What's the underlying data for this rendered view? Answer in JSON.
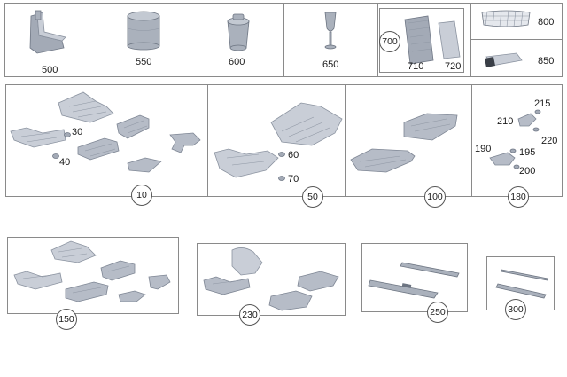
{
  "top_row": {
    "cell_500": "500",
    "cell_550": "550",
    "cell_600": "600",
    "cell_650": "650",
    "cell_700": "700",
    "cell_710": "710",
    "cell_720": "720",
    "cell_800": "800",
    "cell_850": "850"
  },
  "panel_10": {
    "ref": "10",
    "c30": "30",
    "c40": "40"
  },
  "panel_50": {
    "ref": "50",
    "c60": "60",
    "c70": "70"
  },
  "panel_100": {
    "ref": "100"
  },
  "panel_180": {
    "ref": "180",
    "c215": "215",
    "c210": "210",
    "c220": "220",
    "c190": "190",
    "c195": "195",
    "c200": "200"
  },
  "panel_150": {
    "ref": "150"
  },
  "panel_230": {
    "ref": "230"
  },
  "panel_250": {
    "ref": "250"
  },
  "panel_300": {
    "ref": "300"
  },
  "colors": {
    "part_fill": "#b6bcc7",
    "part_stroke": "#7e8694",
    "frame": "#8a8a8a"
  }
}
